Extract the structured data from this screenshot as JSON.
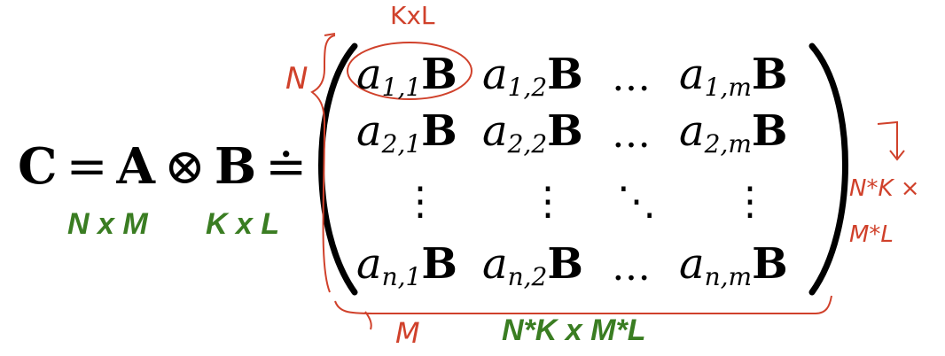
{
  "equation": {
    "lhs": "C",
    "equals": "=",
    "A": "A",
    "kron": "⊗",
    "B": "B",
    "defeq": "≐"
  },
  "dimensions": {
    "A_dims": "N x M",
    "B_dims": "K x L",
    "C_dims": "N*K x M*L"
  },
  "matrix": {
    "rows": [
      [
        {
          "a": "a",
          "sub": "1,1",
          "b": "B"
        },
        {
          "a": "a",
          "sub": "1,2",
          "b": "B"
        },
        {
          "dots": "…"
        },
        {
          "a": "a",
          "sub": "1,m",
          "b": "B"
        }
      ],
      [
        {
          "a": "a",
          "sub": "2,1",
          "b": "B"
        },
        {
          "a": "a",
          "sub": "2,2",
          "b": "B"
        },
        {
          "dots": "…"
        },
        {
          "a": "a",
          "sub": "2,m",
          "b": "B"
        }
      ],
      [
        {
          "dots": "⋮"
        },
        {
          "dots": "⋮"
        },
        {
          "dots": "⋱"
        },
        {
          "dots": "⋮"
        }
      ],
      [
        {
          "a": "a",
          "sub": "n,1",
          "b": "B"
        },
        {
          "a": "a",
          "sub": "n,2",
          "b": "B"
        },
        {
          "dots": "…"
        },
        {
          "a": "a",
          "sub": "n,m",
          "b": "B"
        }
      ]
    ]
  },
  "annotations": {
    "top_kxl": "KxL",
    "left_n": "N",
    "bottom_m": "M",
    "right_nk": "N*K  ×",
    "right_ml": "M*L",
    "arrow": "↓",
    "ink_color": "#d0412b",
    "label_color": "#3a7d22"
  }
}
